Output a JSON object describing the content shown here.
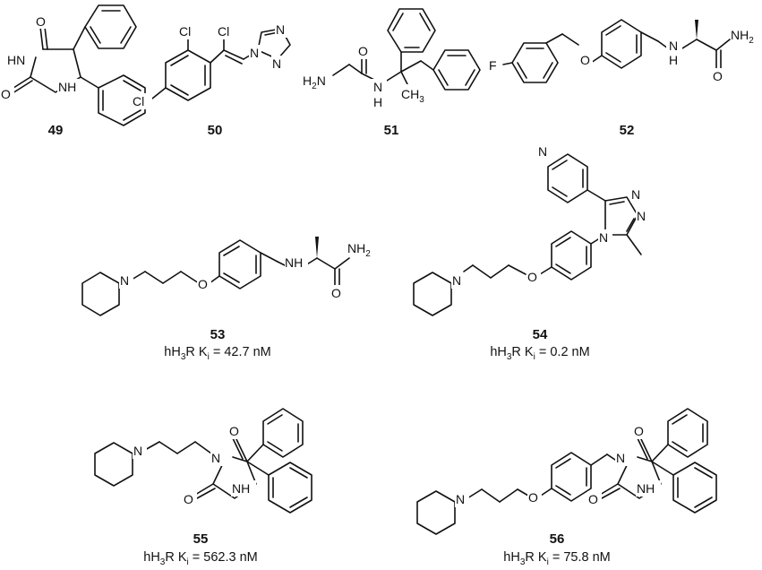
{
  "compounds": [
    {
      "number": "49",
      "ki_prefix": "",
      "ki_value": ""
    },
    {
      "number": "50",
      "ki_prefix": "",
      "ki_value": ""
    },
    {
      "number": "51",
      "ki_prefix": "",
      "ki_value": ""
    },
    {
      "number": "52",
      "ki_prefix": "",
      "ki_value": ""
    },
    {
      "number": "53",
      "ki_prefix": "hH",
      "ki_sub3": "3",
      "ki_mid": "R K",
      "ki_subi": "i",
      "ki_value": " = 42.7 nM"
    },
    {
      "number": "54",
      "ki_prefix": "hH",
      "ki_sub3": "3",
      "ki_mid": "R K",
      "ki_subi": "i",
      "ki_value": " = 0.2 nM"
    },
    {
      "number": "55",
      "ki_prefix": "hH",
      "ki_sub3": "3",
      "ki_mid": "R K",
      "ki_subi": "i",
      "ki_value": " = 562.3 nM"
    },
    {
      "number": "56",
      "ki_prefix": "hH",
      "ki_sub3": "3",
      "ki_mid": "R K",
      "ki_subi": "i",
      "ki_value": " = 75.8 nM"
    }
  ],
  "atoms": {
    "O": "O",
    "N": "N",
    "HN": "HN",
    "NH": "NH",
    "NH2": "NH",
    "NH2_sub": "2",
    "H2N": "H",
    "H2N_sub": "2",
    "H2N_N": "N",
    "Cl": "Cl",
    "F": "F",
    "CH3": "CH",
    "CH3_sub": "3",
    "H": "H"
  }
}
